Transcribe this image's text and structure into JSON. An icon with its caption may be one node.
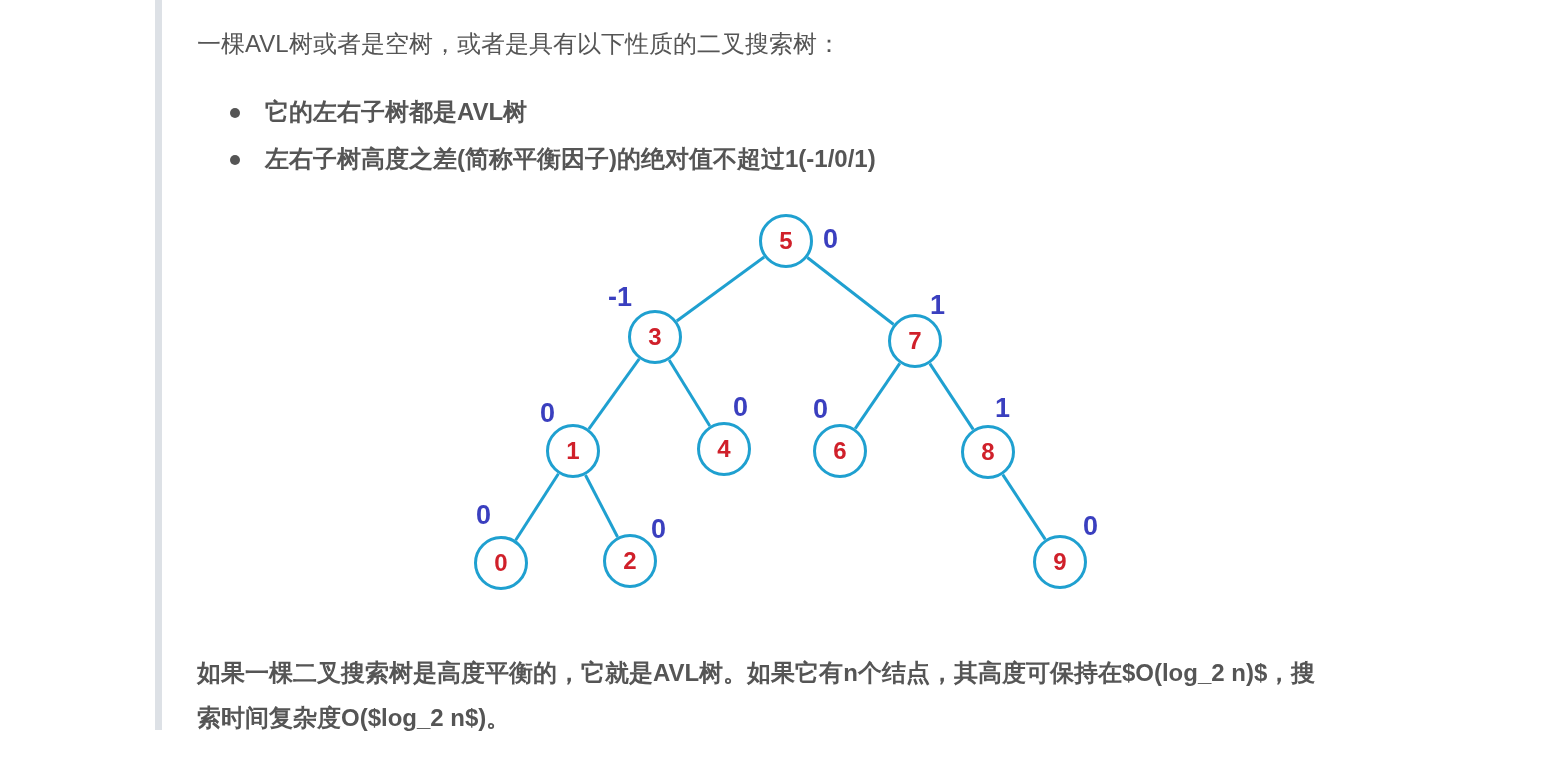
{
  "diagram": {
    "nodes": [
      {
        "text": [
          "5"
        ],
        "beside": [
          "0"
        ]
      },
      {
        "text": [
          "3"
        ],
        "beside": [
          "-1"
        ]
      },
      {
        "text": [
          "7"
        ],
        "beside": [
          "1"
        ]
      },
      {
        "text": [
          "1"
        ],
        "beside": [
          "0"
        ]
      },
      {
        "text": [
          "4"
        ],
        "beside": [
          "0"
        ]
      },
      {
        "text": [
          "6"
        ],
        "beside": [
          "0"
        ]
      },
      {
        "text": [
          "8"
        ],
        "beside": [
          "1"
        ]
      },
      {
        "text": [
          "0"
        ],
        "beside": [
          "0"
        ]
      },
      {
        "text": [
          "2"
        ],
        "beside": [
          "0"
        ]
      },
      {
        "text": [
          "9"
        ],
        "beside": [
          "0"
        ]
      }
    ],
    "edges": [
      {
        "from": 0,
        "to": 1,
        "arrow": "none"
      },
      {
        "from": 0,
        "to": 2,
        "arrow": "none"
      },
      {
        "from": 1,
        "to": 3,
        "arrow": "none"
      },
      {
        "from": 1,
        "to": 4,
        "arrow": "none"
      },
      {
        "from": 2,
        "to": 5,
        "arrow": "none"
      },
      {
        "from": 2,
        "to": 6,
        "arrow": "none"
      },
      {
        "from": 3,
        "to": 7,
        "arrow": "none"
      },
      {
        "from": 3,
        "to": 8,
        "arrow": "none"
      },
      {
        "from": 6,
        "to": 9,
        "arrow": "none"
      }
    ],
    "labels": [
      "一棵AVL树或者是空树，或者是具有以下性质的二叉搜索树：",
      "它的左右子树都是AVL树",
      "左右子树高度之差(简称平衡因子)的绝对值不超过1(-1/0/1)",
      "如果一棵二叉搜索树是高度平衡的，它就是AVL树。如果它有n个结点，其高度可保持在$O(log_2 n)$，搜索时间复杂度O($log_2 n$)。"
    ]
  }
}
